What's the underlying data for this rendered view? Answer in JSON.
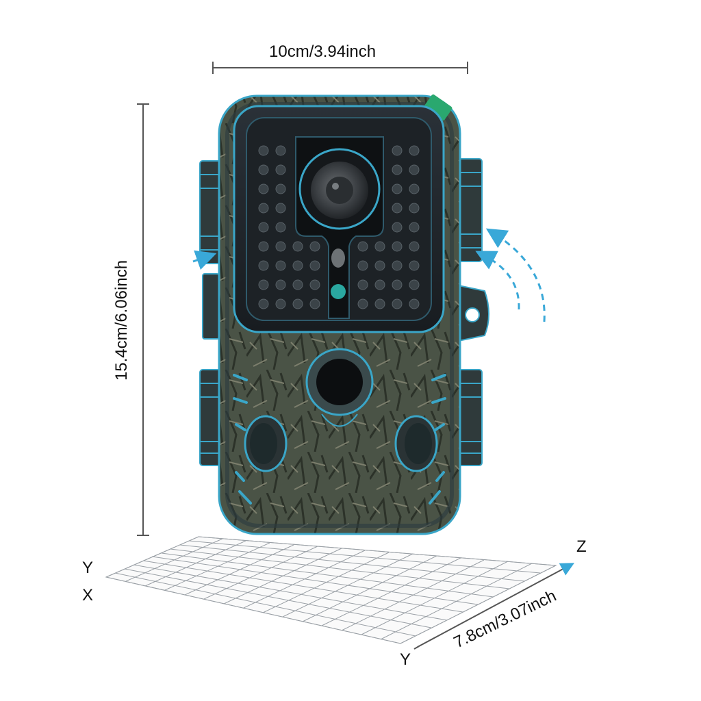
{
  "dimensions": {
    "width_label": "10cm/3.94inch",
    "height_label": "15.4cm/6.06inch",
    "depth_label": "7.8cm/3.07inch"
  },
  "axes": {
    "left_top": "Y",
    "left_bottom": "X",
    "right": "Z",
    "bottom": "Y"
  },
  "colors": {
    "body": "#3f4a3c",
    "outline": "#3aa6c8",
    "lens_frame": "#111417",
    "tab": "#2aa86f",
    "arrow": "#39a8d8"
  },
  "icons": [
    "trail-camera",
    "motion-arrow-icon",
    "grid-floor"
  ]
}
